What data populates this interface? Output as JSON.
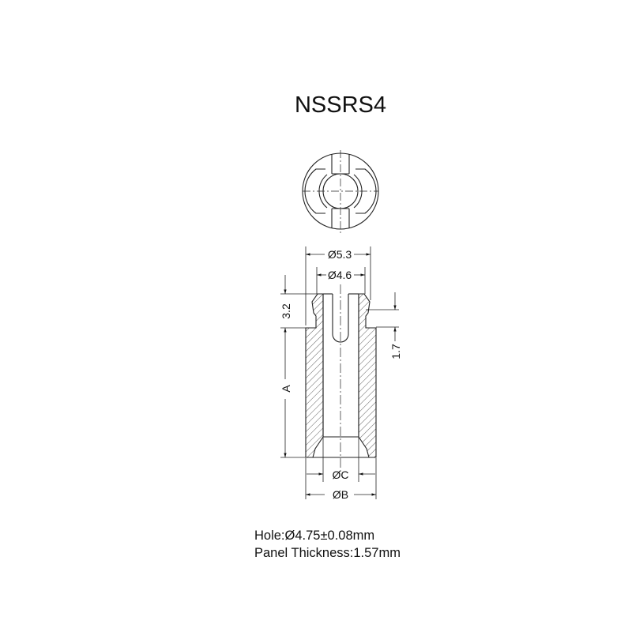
{
  "title": "NSSRS4",
  "dimensions": {
    "outer_top_diameter": "Ø5.3",
    "inner_top_diameter": "Ø4.6",
    "head_height": "3.2",
    "groove_height": "1.7",
    "length": "A",
    "bottom_inner_diameter": "ØC",
    "bottom_outer_diameter": "ØB"
  },
  "notes": {
    "hole": "Hole:Ø4.75±0.08mm",
    "panel_thickness": "Panel Thickness:1.57mm"
  },
  "colors": {
    "line": "#111111",
    "background": "#ffffff"
  }
}
